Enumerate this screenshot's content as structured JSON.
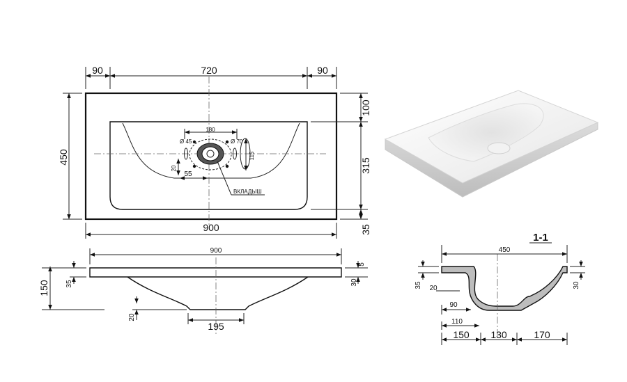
{
  "plan_view": {
    "dims": {
      "side_left": "90",
      "center": "720",
      "side_right": "90",
      "depth": "450",
      "width": "900",
      "top_margin": "100",
      "basin_depth": "315",
      "bottom_margin": "35",
      "drain_span": "180",
      "drain_small_dia": "Ø 45",
      "drain_large_dia": "Ø 70",
      "drain_height": "115",
      "drain_offset": "20",
      "drain_inset": "55"
    },
    "insert_label": "ВКЛАДЫШ"
  },
  "front_view": {
    "dims": {
      "width": "900",
      "height": "150",
      "slab_thickness": "35",
      "edge_right_outer": "30",
      "edge_right_inner": "5",
      "drain_depth": "20",
      "drain_width": "195"
    }
  },
  "section_view": {
    "title": "1-1",
    "dims": {
      "width": "450",
      "thickness": "35",
      "lip": "20",
      "right_edge": "30",
      "drain_from_edge": "90",
      "inner_offset": "110",
      "seg_left": "150",
      "seg_mid": "130",
      "seg_right": "170"
    }
  }
}
